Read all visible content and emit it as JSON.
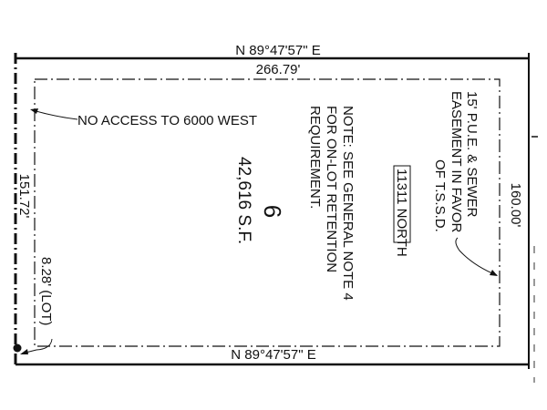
{
  "plat": {
    "top_bearing": "N 89°47'57\" E",
    "top_distance": "266.79'",
    "right_distance": "160.00'",
    "bottom_bearing": "N 89°47'57\" E",
    "left_distance": "151.72'",
    "lot_offset": "8.28' (LOT)",
    "no_access_label": "NO ACCESS TO 6000 WEST",
    "easement_lines": [
      "15' P.U.E. & SEWER",
      "EASEMENT IN FAVOR",
      "OF T.S.S.D."
    ],
    "address": "11311 NORTH",
    "note_lines": [
      "NOTE: SEE GENERAL NOTE 4",
      "FOR ON-LOT RETENTION",
      "REQUIREMENT."
    ],
    "lot_number": "6",
    "lot_area": "42,616 S.F."
  }
}
